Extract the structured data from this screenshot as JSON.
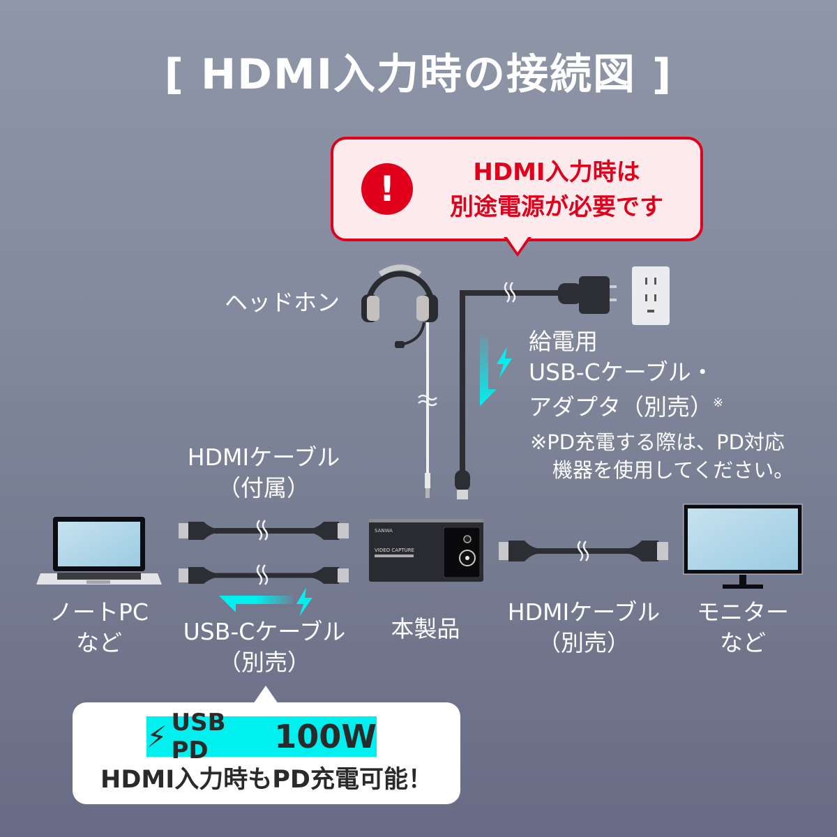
{
  "title": "[ HDMI入力時の接続図 ]",
  "callout": {
    "icon": "exclamation-icon",
    "line1": "HDMI入力時は",
    "line2": "別途電源が必要です",
    "color": "#e0001b",
    "background": "#fdeaec"
  },
  "labels": {
    "headphone": "ヘッドホン",
    "power_line1": "給電用",
    "power_line2": "USB-Cケーブル・",
    "power_line3": "アダプタ（別売）",
    "power_mark": "※",
    "note_line1": "※PD充電する際は、PD対応",
    "note_line2": "機器を使用してください。",
    "hdmi_included_line1": "HDMIケーブル",
    "hdmi_included_line2": "（付属）",
    "laptop_line1": "ノートPC",
    "laptop_line2": "など",
    "usbc_line1": "USB-Cケーブル",
    "usbc_line2": "（別売）",
    "product": "本製品",
    "hdmi_sold_line1": "HDMIケーブル",
    "hdmi_sold_line2": "（別売）",
    "monitor_line1": "モニター",
    "monitor_line2": "など"
  },
  "device": {
    "brand": "SANWA",
    "model_text": "VIDEO CAPTURE"
  },
  "pd_box": {
    "bolt_icon": "⚡",
    "badge_usb": "USB PD",
    "badge_watt": "100W",
    "subtitle": "HDMI入力時もPD充電可能！",
    "badge_color": "#00f0f0"
  },
  "colors": {
    "accent_cyan": "#00f0f0",
    "cable": "#2d2e33",
    "connector": "#c8c8cc"
  }
}
